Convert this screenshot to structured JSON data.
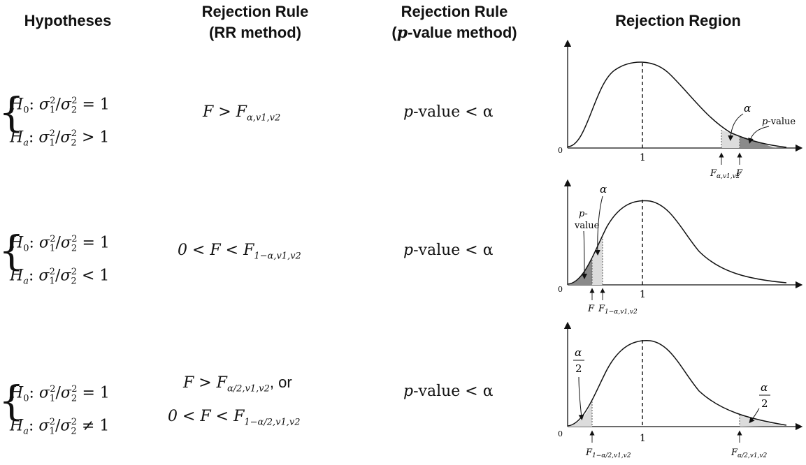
{
  "headers": {
    "hypotheses": "Hypotheses",
    "rr_line1": "Rejection Rule",
    "rr_line2": "(RR method)",
    "pv_line1": "Rejection Rule",
    "pv_line2_p": "p",
    "pv_line2_rest": "-value method)",
    "region": "Rejection Region"
  },
  "rows": [
    {
      "h0_rel": "= 1",
      "ha_rel": "> 1",
      "rr_text": "F > F",
      "rr_sub": "α,v1,v2",
      "pv_p": "p",
      "pv_rest": "-value < α",
      "plot": {
        "labels": [
          "0",
          "1",
          "α",
          "p-value",
          "F",
          "F",
          "α,v1,v2"
        ]
      }
    },
    {
      "h0_rel": "= 1",
      "ha_rel": "< 1",
      "rr_text": "0 < F < F",
      "rr_sub": "1−α,v1,v2",
      "pv_p": "p",
      "pv_rest": "-value < α",
      "plot": {
        "labels": [
          "0",
          "1",
          "α",
          "p-",
          "value",
          "F",
          "F",
          "1−α,v1,v2"
        ]
      }
    },
    {
      "h0_rel": "= 1",
      "ha_rel": "≠ 1",
      "rr_line1": "F > F",
      "rr_line1_sub": "α/2,v1,v2",
      "rr_line1_tail": ", or",
      "rr_line2": "0 < F < F",
      "rr_line2_sub": "1−α/2,v1,v2",
      "pv_p": "p",
      "pv_rest": "-value < α",
      "plot": {
        "labels": [
          "0",
          "1",
          "α",
          "2",
          "α",
          "2",
          "F",
          "1−α/2,v1,v2",
          "F",
          "α/2,v1,v2"
        ]
      }
    }
  ],
  "colors": {
    "light_shade": "#dcdcdc",
    "dark_shade": "#8a8a8a",
    "curve": "#111111"
  }
}
